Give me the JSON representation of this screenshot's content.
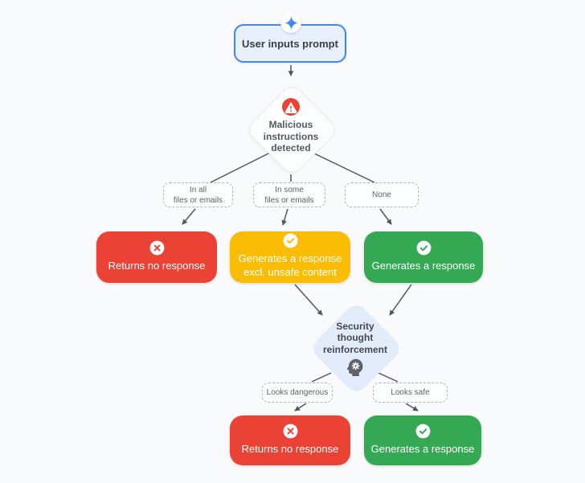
{
  "diagram": {
    "colors": {
      "background": "#f8fafc",
      "red": "#ea4335",
      "yellow": "#fbbc04",
      "green": "#34a853",
      "blue_border": "#4285f4",
      "blue_fill": "#e8f0fe",
      "security_diamond_fill": "#e3ecfb",
      "connector": "#53575c",
      "muted_text": "#5f6368"
    },
    "nodes": {
      "start": {
        "label": "User inputs prompt",
        "icon": "sparkle-icon"
      },
      "malicious": {
        "label": "Malicious\ninstructions\ndetected",
        "icon": "warning-icon"
      },
      "branch_all": {
        "label": "In all\nfiles or emails"
      },
      "branch_some": {
        "label": "In some\nfiles or emails"
      },
      "branch_none": {
        "label": "None"
      },
      "returns_no_response_1": {
        "label": "Returns no response",
        "icon": "x-circle-icon",
        "color": "#ea4335"
      },
      "generates_excl_unsafe": {
        "label": "Generates a response\nexcl. unsafe content",
        "icon": "check-circle-icon",
        "color": "#fbbc04"
      },
      "generates_response_1": {
        "label": "Generates a response",
        "icon": "check-circle-icon",
        "color": "#34a853"
      },
      "security": {
        "label": "Security\nthought\nreinforcement",
        "icon": "head-gear-icon"
      },
      "branch_dangerous": {
        "label": "Looks dangerous"
      },
      "branch_safe": {
        "label": "Looks safe"
      },
      "returns_no_response_2": {
        "label": "Returns no response",
        "icon": "x-circle-icon",
        "color": "#ea4335"
      },
      "generates_response_2": {
        "label": "Generates a response",
        "icon": "check-circle-icon",
        "color": "#34a853"
      }
    },
    "edges": [
      {
        "from": "start",
        "to": "malicious"
      },
      {
        "from": "malicious",
        "to": "returns_no_response_1",
        "label": "In all files or emails"
      },
      {
        "from": "malicious",
        "to": "generates_excl_unsafe",
        "label": "In some files or emails"
      },
      {
        "from": "malicious",
        "to": "generates_response_1",
        "label": "None"
      },
      {
        "from": "generates_excl_unsafe",
        "to": "security"
      },
      {
        "from": "generates_response_1",
        "to": "security"
      },
      {
        "from": "security",
        "to": "returns_no_response_2",
        "label": "Looks dangerous"
      },
      {
        "from": "security",
        "to": "generates_response_2",
        "label": "Looks safe"
      }
    ]
  }
}
